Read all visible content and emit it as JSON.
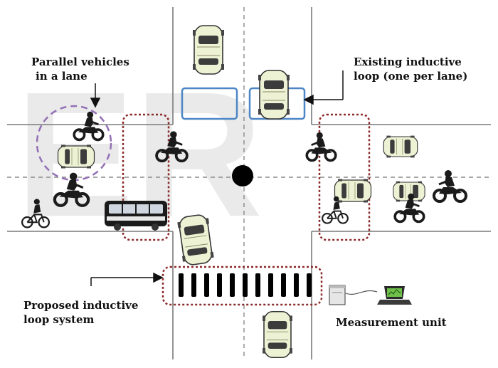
{
  "labels": {
    "parallel_line1": "Parallel vehicles",
    "parallel_line2": "in a lane",
    "existing_line1": "Existing inductive",
    "existing_line2": "loop (one per lane)",
    "proposed_line1": "Proposed inductive",
    "proposed_line2": "loop system",
    "measurement": "Measurement unit"
  },
  "watermark": "ER",
  "colors": {
    "road_line": "#7a7a7a",
    "existing_loop": "#4d86c6",
    "proposed_loop": "#8b2a2a",
    "parallel_circle": "#9370b5",
    "car_body": "#eef2d4",
    "car_window": "#3c3c3c",
    "vehicle_dark": "#1b1b1b",
    "watermark": "#d9d9d9"
  },
  "icons": {
    "car": "car-icon",
    "motorcycle": "motorcycle-icon",
    "bicycle": "bicycle-icon",
    "bus": "bus-icon",
    "computer": "computer-icon",
    "laptop": "laptop-icon"
  }
}
